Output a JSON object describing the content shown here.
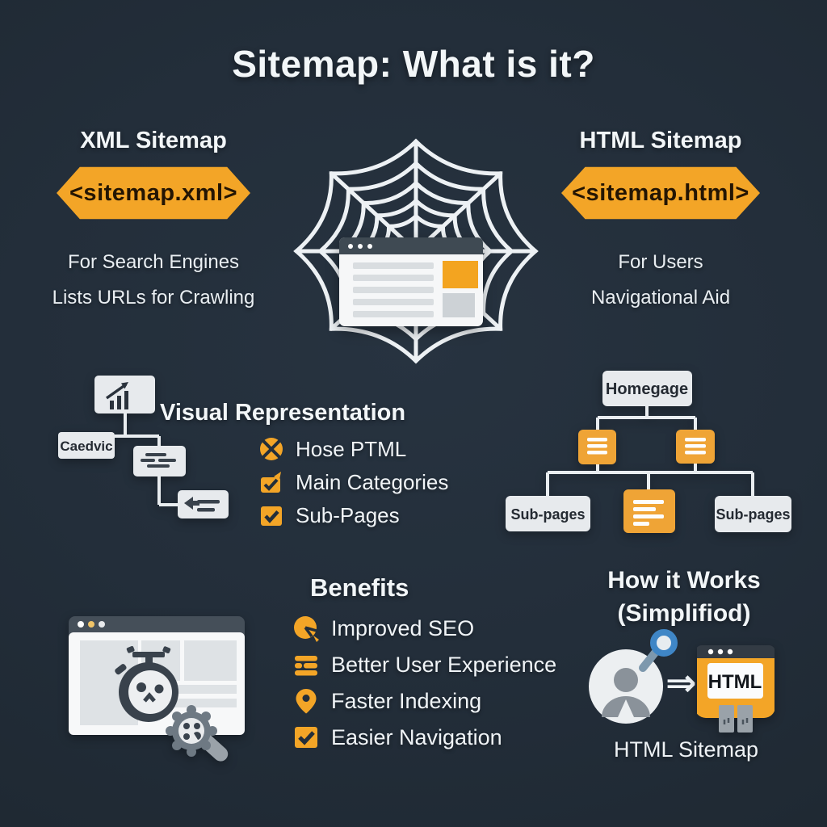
{
  "title": "Sitemap: What is it?",
  "xml_section": {
    "heading": "XML Sitemap",
    "badge": "<sitemap.xml>",
    "line1": "For Search Engines",
    "line2": "Lists URLs for Crawling"
  },
  "html_section": {
    "heading": "HTML Sitemap",
    "badge": "<sitemap.html>",
    "line1": "For Users",
    "line2": "Navigational Aid"
  },
  "visual_representation": {
    "heading": "Visual Representation",
    "flow_node_label": "Caedvic",
    "items": [
      {
        "icon": "compass-pie-icon",
        "label": "Hose PTML"
      },
      {
        "icon": "checkbox-arrow-icon",
        "label": "Main Categories"
      },
      {
        "icon": "checkbox-check-icon",
        "label": "Sub-Pages"
      }
    ]
  },
  "tree": {
    "root_label": "Homegage",
    "left_leaf_label": "Sub-pages",
    "right_leaf_label": "Sub-pages"
  },
  "benefits": {
    "heading": "Benefits",
    "items": [
      {
        "icon": "pie-chart-icon",
        "label": "Improved SEO"
      },
      {
        "icon": "layers-icon",
        "label": "Better User Experience"
      },
      {
        "icon": "location-pin-icon",
        "label": "Faster Indexing"
      },
      {
        "icon": "checkbox-check-icon",
        "label": "Easier Navigation"
      }
    ]
  },
  "how_it_works": {
    "heading_line1": "How it Works",
    "heading_line2": "(Simplifiod)",
    "arrow_glyph": "⇒",
    "box_label": "HTML",
    "caption": "HTML Sitemap"
  },
  "colors": {
    "background": "#232E3A",
    "accent_orange": "#F3A527",
    "light_box": "#E7EAED",
    "white_text": "#F2F6F8",
    "dark_text": "#20262E",
    "magnifier_blue": "#3F86C6"
  }
}
